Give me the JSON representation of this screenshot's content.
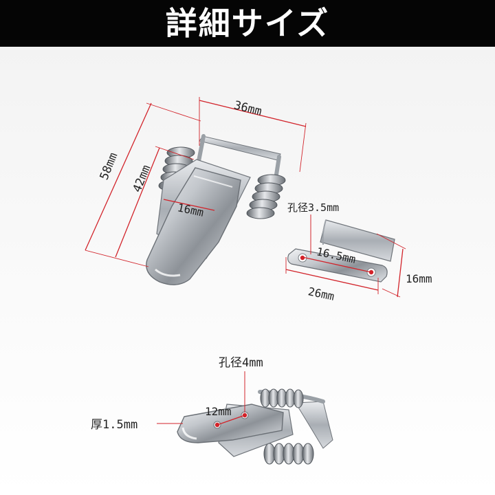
{
  "header": {
    "title": "詳細サイズ"
  },
  "labels": {
    "width_top": "36mm",
    "height_outer": "58mm",
    "height_inner": "42mm",
    "plate_width": "16mm",
    "hole_diameter_small": "孔径3.5mm",
    "catch_hole_spacing": "16.5mm",
    "catch_length": "26mm",
    "catch_height": "16mm",
    "hole_diameter_large": "孔径4mm",
    "hole_spacing": "12mm",
    "thickness": "厚1.5mm"
  },
  "colors": {
    "header_bg": "#050505",
    "header_text": "#ffffff",
    "dimension_line": "#d2232a",
    "metal": "#b8bcc2"
  }
}
